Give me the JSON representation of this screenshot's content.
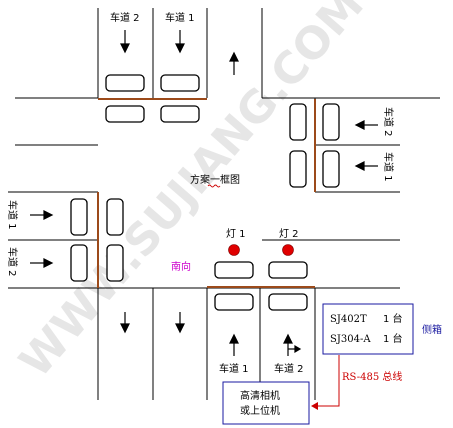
{
  "watermark": "WWW.SUJIANG.COM",
  "title": "方案一框图",
  "direction_label": "南向",
  "lanes": {
    "north_1": "车道 2",
    "north_2": "车道 1",
    "east_1": "车道 2",
    "east_2": "车道 1",
    "west_1": "车道 1",
    "west_2": "车道 2",
    "south_1": "车道 1",
    "south_2": "车道 2"
  },
  "lights": {
    "light_1": "灯 1",
    "light_2": "灯 2"
  },
  "equipment_box": {
    "rows": [
      {
        "model": "SJ402T",
        "qty": "1 台"
      },
      {
        "model": "SJ304-A",
        "qty": "1 台"
      }
    ],
    "side_label": "侧箱"
  },
  "bus_label": "RS-485 总线",
  "host_box": {
    "line1": "高清相机",
    "line2": "或上位机"
  },
  "colors": {
    "road_line": "#000000",
    "stop_line": "#9c4a1a",
    "light_red": "#e00000",
    "direction_text": "#cc00cc",
    "equipment_border": "#1a1aa0",
    "side_label": "#1a1aa0",
    "bus_text": "#cc0000",
    "bus_arrow": "#cc0000",
    "squiggle": "#cc0000"
  }
}
